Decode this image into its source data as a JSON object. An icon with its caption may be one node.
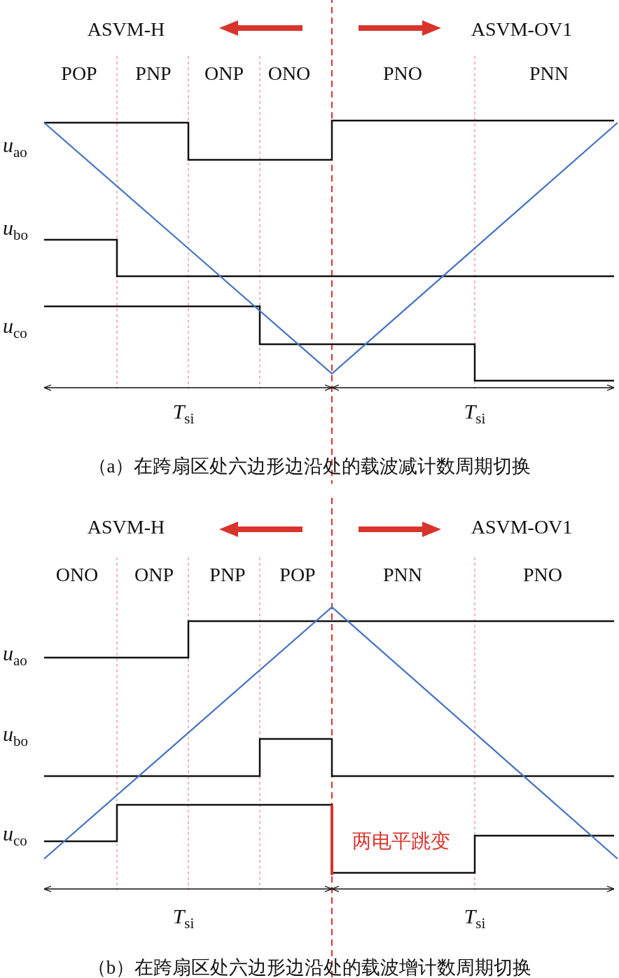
{
  "diagram": {
    "labels": [
      "ASVM-H",
      "ASVM-OV1",
      "POP",
      "PNP",
      "ONP",
      "ONO",
      "PNO",
      "PNN",
      "*u*$_{ao}$",
      "*u*$_{bo}$",
      "*u*$_{co}$",
      "*T*$_{si}$",
      "*T*$_{si}$",
      "（a）在跨扇区处六边形边沿处的载波减计数周期切换",
      "ASVM-H",
      "ASVM-OV1",
      "ONO",
      "ONP",
      "PNP",
      "POP",
      "PNN",
      "PNO",
      "*u*$_{ao}$",
      "*u*$_{bo}$",
      "*u*$_{co}$",
      "两电平跳变",
      "*T*$_{si}$",
      "*T*$_{si}$",
      "（b）在跨扇区处六边形边沿处的载波增计数周期切换"
    ]
  }
}
